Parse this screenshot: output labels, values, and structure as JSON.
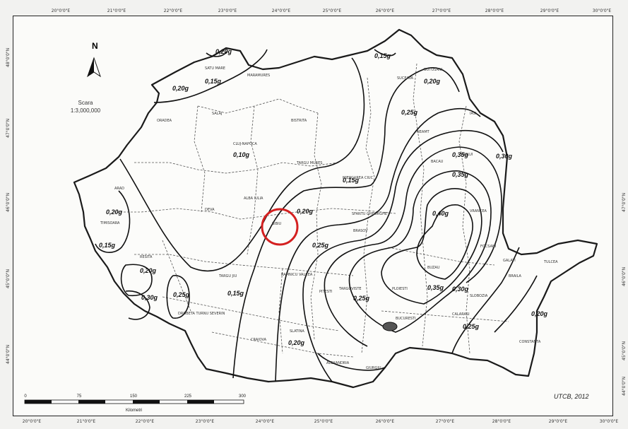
{
  "map": {
    "scale_title": "Scara",
    "scale_ratio": "1:3,000,000",
    "north_label": "N",
    "credit": "UTCB, 2012",
    "km_title": "Kilometri",
    "km_ticks": [
      "0",
      "75",
      "150",
      "225",
      "300"
    ],
    "coords_top": [
      "20°0'0\"E",
      "21°0'0\"E",
      "22°0'0\"E",
      "23°0'0\"E",
      "24°0'0\"E",
      "25°0'0\"E",
      "26°0'0\"E",
      "27°0'0\"E",
      "28°0'0\"E",
      "29°0'0\"E",
      "30°0'0\"E"
    ],
    "coords_bottom": [
      "20°0'0\"E",
      "21°0'0\"E",
      "22°0'0\"E",
      "23°0'0\"E",
      "24°0'0\"E",
      "25°0'0\"E",
      "26°0'0\"E",
      "27°0'0\"E",
      "28°0'0\"E",
      "29°0'0\"E",
      "30°0'0\"E"
    ],
    "coords_left": [
      "48°0'0\"N",
      "47°0'0\"N",
      "46°0'0\"N",
      "45°0'0\"N",
      "44°0'0\"N"
    ],
    "coords_right": [
      "47°0'0\"N",
      "46°0'0\"N",
      "45°0'0\"N",
      "44°0'0\"N"
    ],
    "highlight_city": "SIBIU",
    "highlight_color": "#d42020",
    "contour_labels": [
      "0,20g",
      "0,15g",
      "0,20g",
      "0,15g",
      "0,20g",
      "0,25g",
      "0,30g",
      "0,10g",
      "0,15g",
      "0,20g",
      "0,35g",
      "0,20g",
      "0,40g",
      "0,25g",
      "0,15g",
      "0,35g",
      "0,20g",
      "0,25g",
      "0,30g",
      "0,30g",
      "0,15g",
      "0,20g",
      "0,25g",
      "0,25g",
      "0,20g",
      "0,35g"
    ],
    "cities": [
      "SATU MARE",
      "MARAMURES",
      "ORADEA",
      "SALAJ",
      "BISTRITA",
      "SUCEAVA",
      "BOTOSANI",
      "IASI",
      "NEAMT",
      "CLUJ-NAPOCA",
      "TARGU MURES",
      "MIERCUREA CIUC",
      "BACAU",
      "VASLUI",
      "ARAD",
      "TIMISOARA",
      "ALBA IULIA",
      "SIBIU",
      "SFANTU GHEORGHE",
      "BRASOV",
      "VRANCEA",
      "DEVA",
      "RESITA",
      "TARGU JIU",
      "RAMNICU VALCEA",
      "PITESTI",
      "BUZAU",
      "FOCSANI",
      "GALATI",
      "BRAILA",
      "TULCEA",
      "CONSTANTA",
      "SLOBOZIA",
      "CALARASI",
      "PLOIESTI",
      "TARGOVISTE",
      "DROBETA TURNU SEVERIN",
      "CRAIOVA",
      "SLATINA",
      "ALEXANDRIA",
      "GIURGIU",
      "BUCURESTI"
    ]
  }
}
